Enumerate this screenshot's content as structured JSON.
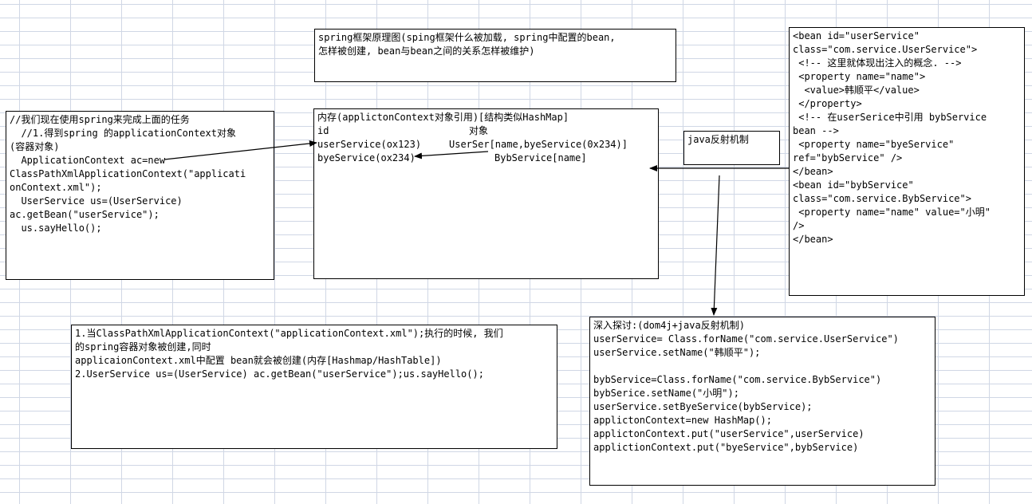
{
  "title_box": {
    "lines": [
      "spring框架原理图(sping框架什么被加载, spring中配置的bean,",
      "怎样被创建, bean与bean之间的关系怎样被维护)"
    ]
  },
  "left_code_box": {
    "lines": [
      "//我们现在使用spring来完成上面的任务",
      "  //1.得到spring 的applicationContext对象",
      "(容器对象)",
      "  ApplicationContext ac=new",
      "ClassPathXmlApplicationContext(\"applicati",
      "onContext.xml\");",
      "  UserService us=(UserService)",
      "ac.getBean(\"userService\");",
      "  us.sayHello();"
    ]
  },
  "memory_box": {
    "header": "内存(applictonContext对象引用)[结构类似HashMap]",
    "col_id": "id",
    "col_obj": "对象",
    "row1_id": "userService(ox123)",
    "row1_obj": "UserSer[name,byeService(0x234)]",
    "row2_id": "byeService(ox234)",
    "row2_obj": "BybService[name]"
  },
  "reflect_box": {
    "label": "java反射机制"
  },
  "xml_box": {
    "lines": [
      "<bean id=\"userService\"",
      "class=\"com.service.UserService\">",
      " <!-- 这里就体现出注入的概念. -->",
      " <property name=\"name\">",
      "  <value>韩顺平</value>",
      " </property>",
      " <!-- 在userSerice中引用 bybService",
      "bean -->",
      " <property name=\"byeService\"",
      "ref=\"bybService\" />",
      "</bean>",
      "<bean id=\"bybService\"",
      "class=\"com.service.BybService\">",
      " <property name=\"name\" value=\"小明\"",
      "/>",
      "</bean>"
    ]
  },
  "steps_box": {
    "lines": [
      "1.当ClassPathXmlApplicationContext(\"applicationContext.xml\");执行的时候, 我们",
      "的spring容器对象被创建,同时",
      "applicaionContext.xml中配置 bean就会被创建(内存[Hashmap/HashTable])",
      "2.UserService us=(UserService) ac.getBean(\"userService\");us.sayHello();"
    ]
  },
  "deep_box": {
    "lines": [
      "深入探讨:(dom4j+java反射机制)",
      "userService= Class.forName(\"com.service.UserService\")",
      "userService.setName(\"韩顺平\");",
      "",
      "bybService=Class.forName(\"com.service.BybService\")",
      "bybSerice.setName(\"小明\");",
      "userService.setByeService(bybService);",
      "applictonContext=new HashMap();",
      "applictonContext.put(\"userService\",userService)",
      "applictionContext.put(\"byeService\",bybService)"
    ]
  }
}
